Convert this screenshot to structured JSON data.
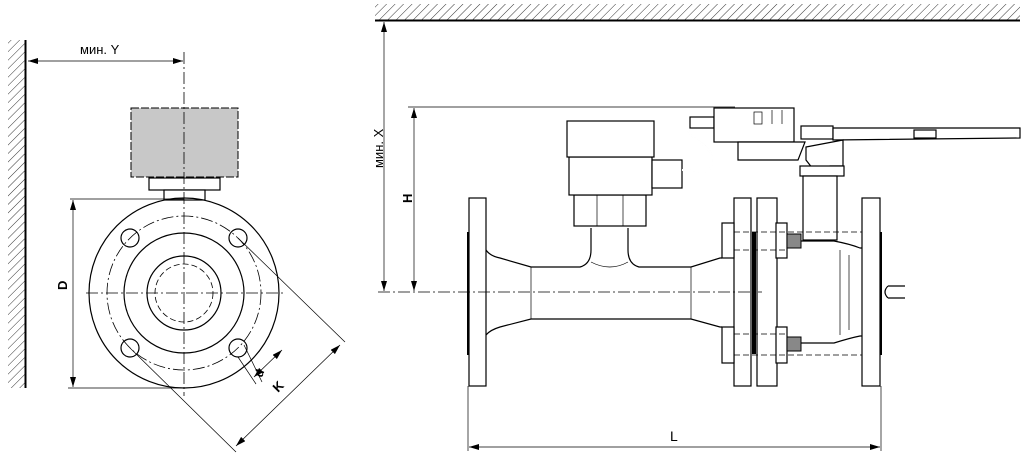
{
  "labels": {
    "min_y": "мин. Y",
    "diameter": "D",
    "hole_diameter": "d",
    "bolt_circle": "K",
    "min_x": "мин. X",
    "height": "H",
    "length": "L"
  },
  "colors": {
    "actuator_fill": "#c8c8c8",
    "line": "#000000"
  }
}
